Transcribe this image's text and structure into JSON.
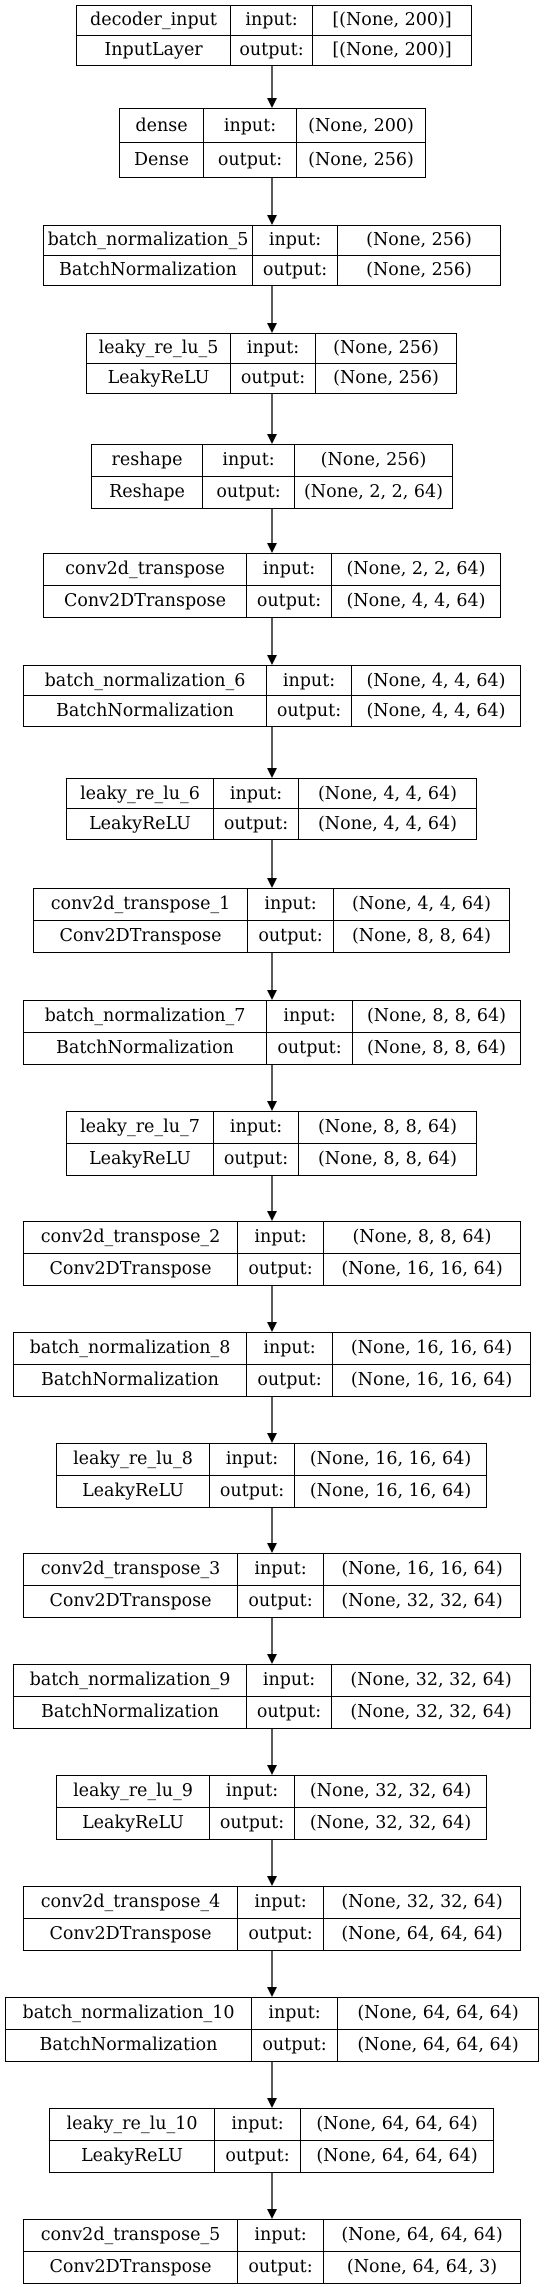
{
  "io_labels": {
    "input": "input:",
    "output": "output:"
  },
  "nodes": [
    {
      "name": "decoder_input",
      "type": "InputLayer",
      "input": "[(None, 200)]",
      "output": "[(None, 200)]"
    },
    {
      "name": "dense",
      "type": "Dense",
      "input": "(None, 200)",
      "output": "(None, 256)"
    },
    {
      "name": "batch_normalization_5",
      "type": "BatchNormalization",
      "input": "(None, 256)",
      "output": "(None, 256)"
    },
    {
      "name": "leaky_re_lu_5",
      "type": "LeakyReLU",
      "input": "(None, 256)",
      "output": "(None, 256)"
    },
    {
      "name": "reshape",
      "type": "Reshape",
      "input": "(None, 256)",
      "output": "(None, 2, 2, 64)"
    },
    {
      "name": "conv2d_transpose",
      "type": "Conv2DTranspose",
      "input": "(None, 2, 2, 64)",
      "output": "(None, 4, 4, 64)"
    },
    {
      "name": "batch_normalization_6",
      "type": "BatchNormalization",
      "input": "(None, 4, 4, 64)",
      "output": "(None, 4, 4, 64)"
    },
    {
      "name": "leaky_re_lu_6",
      "type": "LeakyReLU",
      "input": "(None, 4, 4, 64)",
      "output": "(None, 4, 4, 64)"
    },
    {
      "name": "conv2d_transpose_1",
      "type": "Conv2DTranspose",
      "input": "(None, 4, 4, 64)",
      "output": "(None, 8, 8, 64)"
    },
    {
      "name": "batch_normalization_7",
      "type": "BatchNormalization",
      "input": "(None, 8, 8, 64)",
      "output": "(None, 8, 8, 64)"
    },
    {
      "name": "leaky_re_lu_7",
      "type": "LeakyReLU",
      "input": "(None, 8, 8, 64)",
      "output": "(None, 8, 8, 64)"
    },
    {
      "name": "conv2d_transpose_2",
      "type": "Conv2DTranspose",
      "input": "(None, 8, 8, 64)",
      "output": "(None, 16, 16, 64)"
    },
    {
      "name": "batch_normalization_8",
      "type": "BatchNormalization",
      "input": "(None, 16, 16, 64)",
      "output": "(None, 16, 16, 64)"
    },
    {
      "name": "leaky_re_lu_8",
      "type": "LeakyReLU",
      "input": "(None, 16, 16, 64)",
      "output": "(None, 16, 16, 64)"
    },
    {
      "name": "conv2d_transpose_3",
      "type": "Conv2DTranspose",
      "input": "(None, 16, 16, 64)",
      "output": "(None, 32, 32, 64)"
    },
    {
      "name": "batch_normalization_9",
      "type": "BatchNormalization",
      "input": "(None, 32, 32, 64)",
      "output": "(None, 32, 32, 64)"
    },
    {
      "name": "leaky_re_lu_9",
      "type": "LeakyReLU",
      "input": "(None, 32, 32, 64)",
      "output": "(None, 32, 32, 64)"
    },
    {
      "name": "conv2d_transpose_4",
      "type": "Conv2DTranspose",
      "input": "(None, 32, 32, 64)",
      "output": "(None, 64, 64, 64)"
    },
    {
      "name": "batch_normalization_10",
      "type": "BatchNormalization",
      "input": "(None, 64, 64, 64)",
      "output": "(None, 64, 64, 64)"
    },
    {
      "name": "leaky_re_lu_10",
      "type": "LeakyReLU",
      "input": "(None, 64, 64, 64)",
      "output": "(None, 64, 64, 64)"
    },
    {
      "name": "conv2d_transpose_5",
      "type": "Conv2DTranspose",
      "input": "(None, 64, 64, 64)",
      "output": "(None, 64, 64, 3)"
    }
  ]
}
